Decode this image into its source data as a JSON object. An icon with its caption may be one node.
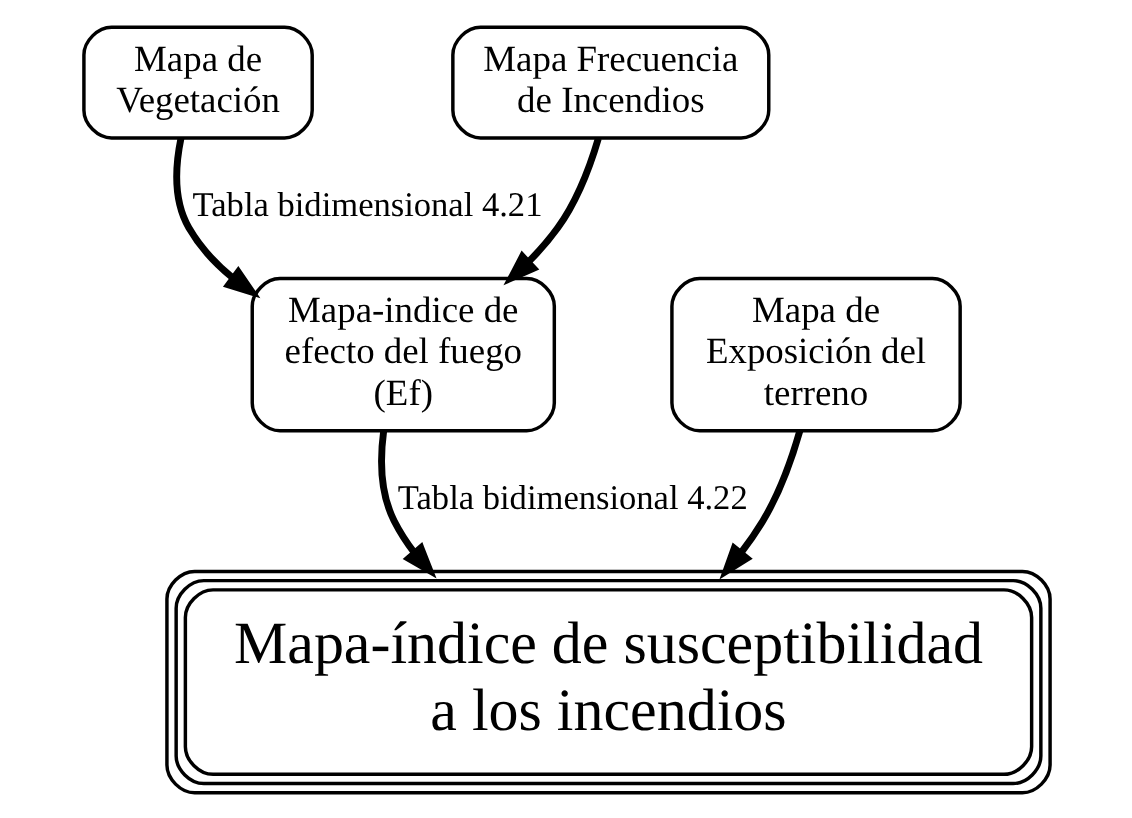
{
  "diagram": {
    "nodes": [
      {
        "text": [
          "Mapa de Vegetación"
        ]
      },
      {
        "text": [
          "Mapa Frecuencia de Incendios"
        ]
      },
      {
        "text": [
          "Mapa-indice de efecto del fuego (Ef)"
        ]
      },
      {
        "text": [
          "Mapa de Exposición del terreno"
        ]
      },
      {
        "text": [
          "Mapa-índice de susceptibilidad a los incendios"
        ]
      }
    ],
    "edges": [
      {
        "from": 0,
        "to": 2,
        "arrow": "to",
        "label": "Tabla bidimensional 4.21"
      },
      {
        "from": 1,
        "to": 2,
        "arrow": "to"
      },
      {
        "from": 2,
        "to": 4,
        "arrow": "to",
        "label": "Tabla bidimensional 4.22"
      },
      {
        "from": 3,
        "to": 4,
        "arrow": "to"
      }
    ]
  }
}
